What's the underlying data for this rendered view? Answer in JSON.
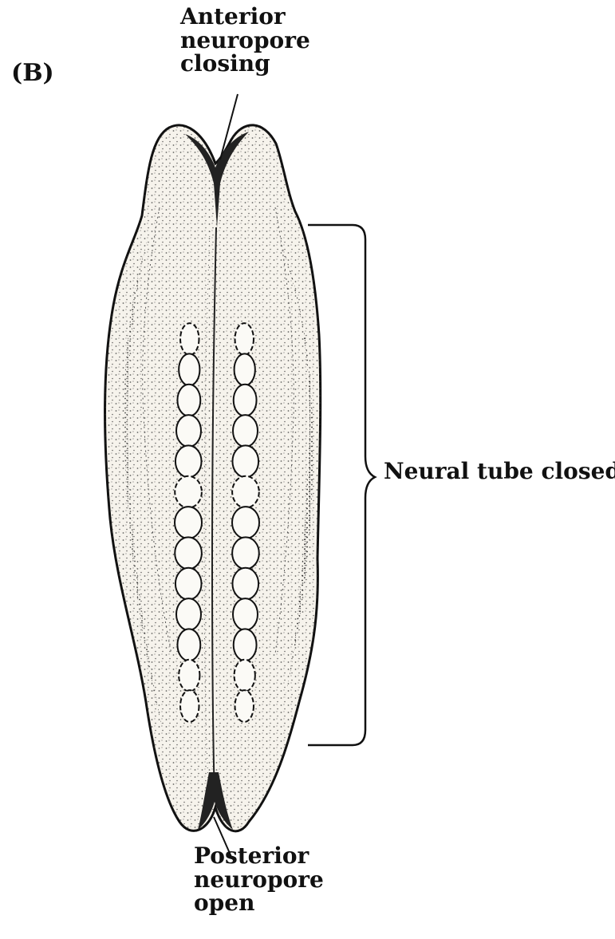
{
  "panel_label": "(B)",
  "labels": {
    "anterior": [
      "Anterior",
      "neuropore",
      "closing"
    ],
    "posterior": [
      "Posterior",
      "neuropore",
      "open"
    ],
    "neural_tube": "Neural tube closed"
  },
  "colors": {
    "ink": "#111111",
    "embryo_fill": "#f4f1ea",
    "background": "#ffffff"
  },
  "somite_pairs": 13
}
